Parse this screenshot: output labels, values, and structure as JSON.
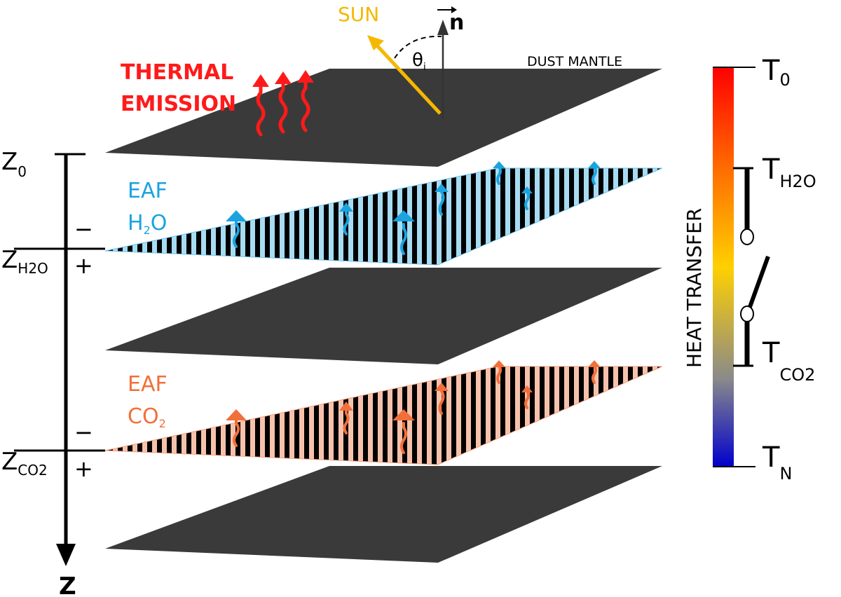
{
  "labels": {
    "sun": "SUN",
    "normal": "n",
    "theta": "θ",
    "theta_sub": "i",
    "dust_mantle": "DUST MANTLE",
    "thermal_line1": "THERMAL",
    "thermal_line2": "EMISSION",
    "eaf_h2o_line1": "EAF",
    "eaf_h2o_line2": "H",
    "eaf_h2o_sub": "2",
    "eaf_h2o_tail": "O",
    "eaf_co2_line1": "EAF",
    "eaf_co2_line2": "CO",
    "eaf_co2_sub": "2",
    "z0_main": "Z",
    "z0_sub": "0",
    "zh2o_main": "Z",
    "zh2o_sub": "H2O",
    "zco2_main": "Z",
    "zco2_sub": "CO2",
    "minus": "−",
    "plus": "+",
    "z_axis": "Z",
    "heat_transfer": "HEAT TRANSFER",
    "t0_main": "T",
    "t0_sub": "0",
    "th2o_main": "T",
    "th2o_sub": "H2O",
    "tco2_main": "T",
    "tco2_sub": "CO2",
    "tn_main": "T",
    "tn_sub": "N"
  },
  "colors": {
    "slab": "#3a3a3a",
    "thermal": "#ff1a1a",
    "water": "#1ba3e0",
    "water_stripe": "#a8dcf2",
    "co2": "#f26f3a",
    "co2_stripe": "#f7c2ac",
    "sun": "#f5b800",
    "gradient_hot": "#ff0000",
    "gradient_mid": "#ffd000",
    "gradient_cool": "#888888",
    "gradient_cold": "#0000cc"
  },
  "icons": [
    "thermal-wave-arrow-icon",
    "water-vapor-arrow-icon",
    "co2-vapor-arrow-icon",
    "sun-ray-arrow-icon",
    "normal-vector-icon",
    "switch-icon"
  ]
}
